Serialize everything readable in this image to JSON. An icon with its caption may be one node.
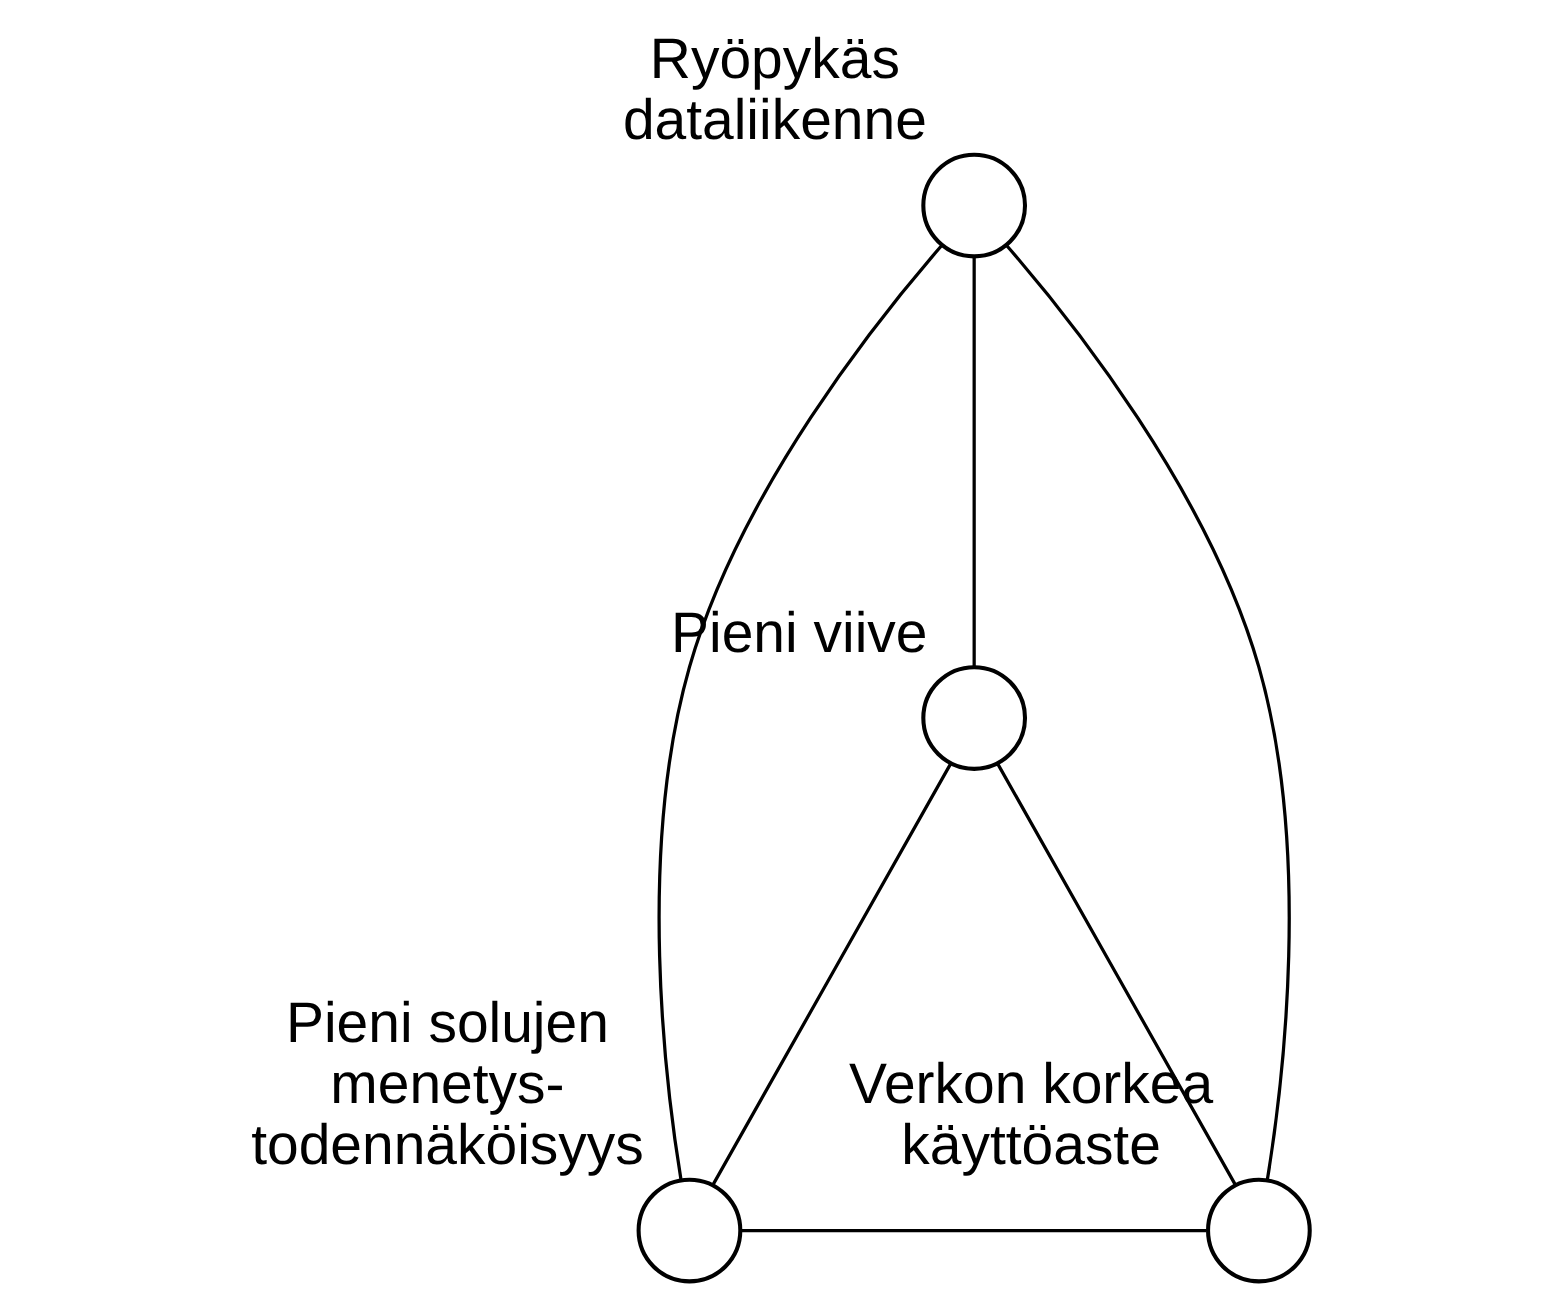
{
  "diagram": {
    "nodes": [
      {
        "text": [],
        "shape": "circle",
        "beside": [
          "Ryöpykäs dataliikenne"
        ]
      },
      {
        "text": [],
        "shape": "circle",
        "beside": [
          "Pieni viive"
        ]
      },
      {
        "text": [],
        "shape": "circle",
        "beside": [
          "Pieni solujen menetys- todennäköisyys"
        ]
      },
      {
        "text": [],
        "shape": "circle",
        "beside": [
          "Verkon korkea käyttöaste"
        ]
      }
    ],
    "edges": [
      {
        "from": 0,
        "to": 2,
        "arrow": "none"
      },
      {
        "from": 0,
        "to": 1,
        "arrow": "none"
      },
      {
        "from": 0,
        "to": 3,
        "arrow": "none"
      },
      {
        "from": 1,
        "to": 2,
        "arrow": "none"
      },
      {
        "from": 1,
        "to": 3,
        "arrow": "none"
      },
      {
        "from": 2,
        "to": 3,
        "arrow": "none"
      }
    ]
  }
}
